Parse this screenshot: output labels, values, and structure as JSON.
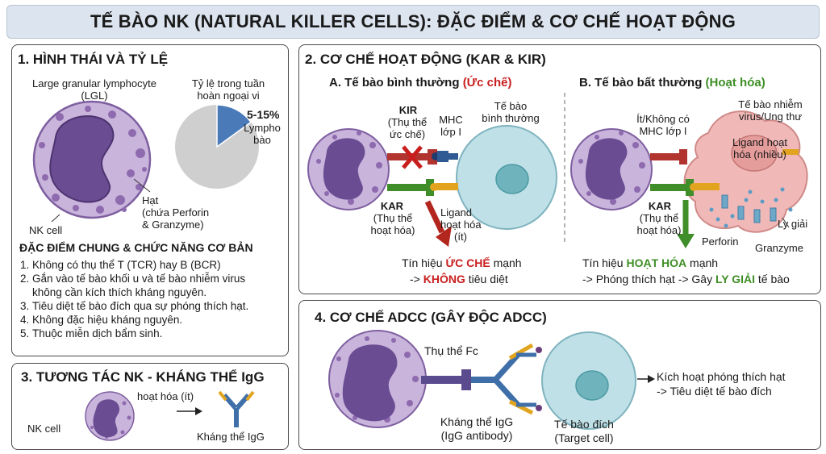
{
  "title": "TẾ BÀO NK (NATURAL KILLER CELLS): ĐẶC ĐIỂM & CƠ CHẾ HOẠT ĐỘNG",
  "panel1": {
    "heading": "1. HÌNH THÁI VÀ TỶ LỆ",
    "lgl_line1": "Large granular lymphocyte",
    "lgl_line2": "(LGL)",
    "ratio_line1": "Tỷ lệ trong tuần",
    "ratio_line2": "hoàn ngoại vi",
    "pie_percent": "5-15%",
    "pie_label1": "Lympho",
    "pie_label2": "bào",
    "pie_fraction": 0.15,
    "granule_line1": "Hạt",
    "granule_line2": "(chứa Perforin",
    "granule_line3": "& Granzyme)",
    "nk_cell_label": "NK cell",
    "features_heading": "ĐẶC ĐIỂM CHUNG & CHỨC NĂNG CƠ BẢN",
    "features": [
      "Không có thụ thể T (TCR) hay B (BCR)",
      "Gắn vào tế bào khối u và tế bào nhiễm virus",
      "không cần kích thích kháng nguyên.",
      "Tiêu diệt tế bào đích qua sự phóng thích hạt.",
      "Không đặc hiệu kháng nguyên.",
      "Thuộc miễn dịch bẩm sinh."
    ]
  },
  "panel2": {
    "heading": "2. CƠ CHẾ HOẠT ĐỘNG (KAR & KIR)",
    "a_title_prefix": "A. Tế bào bình thường",
    "a_title_state": "(Ức chế)",
    "kir": "KIR",
    "kir_desc1": "(Thụ thể",
    "kir_desc2": "ức chế)",
    "mhc1": "MHC",
    "mhc2": "lớp I",
    "normal_cell1": "Tế bào",
    "normal_cell2": "bình thường",
    "kar": "KAR",
    "kar_desc1": "(Thụ thể",
    "kar_desc2": "hoạt hóa)",
    "ligand1": "Ligand",
    "ligand2": "hoạt hóa",
    "ligand3": "(ít)",
    "a_sig_prefix": "Tín hiệu",
    "a_sig_strong": "ỨC CHẾ",
    "a_sig_suffix": "mạnh",
    "a_res_prefix": "->",
    "a_res_strong": "KHÔNG",
    "a_res_suffix": "tiêu diệt",
    "b_title_prefix": "B. Tế bào bất thường",
    "b_title_state": "(Hoạt hóa)",
    "few_mhc1": "Ít/Không có",
    "few_mhc2": "MHC lớp I",
    "infected1": "Tế bào nhiễm",
    "infected2": "virus/Ung thư",
    "ligand_many1": "Ligand hoạt",
    "ligand_many2": "hóa (nhiều)",
    "kar_b": "KAR",
    "kar_b_desc1": "(Thụ thể",
    "kar_b_desc2": "hoạt hóa)",
    "perforin": "Perforin",
    "granzyme": "Granzyme",
    "lysis": "Ly giải",
    "b_sig_prefix": "Tín hiệu",
    "b_sig_strong": "HOẠT HÓA",
    "b_sig_suffix": "mạnh",
    "b_res_prefix": "-> Phóng thích hạt -> Gây",
    "b_res_strong": "LY GIẢI",
    "b_res_suffix": "tế bào"
  },
  "panel3": {
    "heading": "3. TƯƠNG TÁC NK - KHÁNG THỂ IgG",
    "activated": "hoạt hóa (ít)",
    "nk_cell": "NK cell",
    "antibody": "Kháng thể IgG"
  },
  "panel4": {
    "heading": "4. CƠ CHẾ ADCC (GÂY ĐỘC ADCC)",
    "fc_receptor": "Thụ thể Fc",
    "antibody1": "Kháng thể IgG",
    "antibody2": "(IgG antibody)",
    "target1": "Tế bào đích",
    "target2": "(Target cell)",
    "result1": "Kích hoạt phóng thích hạt",
    "result2": "-> Tiêu diệt tế bào đích"
  },
  "colors": {
    "nk_cytoplasm": "#c9b4dc",
    "nk_nucleus": "#6a4c93",
    "granule": "#8e6aae",
    "normal_cell": "#bfe0e7",
    "normal_nucleus": "#6fb4bd",
    "abnormal_cell": "#f0b9b8",
    "pie_main": "#cfcfcf",
    "pie_slice": "#4a7ab8",
    "inhibit_red": "#c81e1e",
    "activate_green": "#3e8e25"
  }
}
